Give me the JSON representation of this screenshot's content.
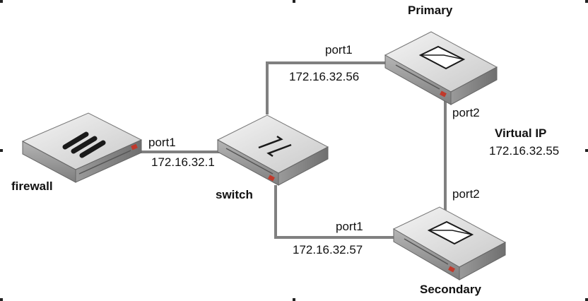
{
  "devices": {
    "firewall": {
      "label": "firewall",
      "icon": "firewall-bars-icon"
    },
    "switch": {
      "label": "switch",
      "icon": "switch-arrows-icon"
    },
    "primary": {
      "label": "Primary",
      "icon": "envelope-icon"
    },
    "secondary": {
      "label": "Secondary",
      "icon": "envelope-icon"
    }
  },
  "links": {
    "firewall_switch": {
      "port": "port1",
      "ip": "172.16.32.1"
    },
    "switch_primary": {
      "port": "port1",
      "ip": "172.16.32.56"
    },
    "switch_secondary": {
      "port": "port1",
      "ip": "172.16.32.57"
    },
    "primary_secondary": {
      "port_primary": "port2",
      "port_secondary": "port2"
    }
  },
  "virtual_ip": {
    "title": "Virtual IP",
    "ip": "172.16.32.55"
  },
  "colors": {
    "link": "#808080",
    "device_top": "#e6e6e6",
    "device_side": "#9a9a9a",
    "accent": "#c0392b"
  }
}
